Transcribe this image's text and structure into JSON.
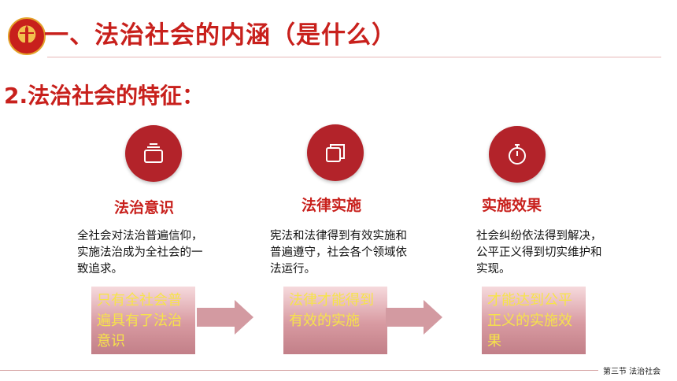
{
  "header": {
    "title": "一、法治社会的内涵（是什么）",
    "subtitle": "2.法治社会的特征："
  },
  "features": [
    {
      "icon": "card-stack-icon",
      "title": "法治意识",
      "desc": "全社会对法治普遍信仰，实施法治成为全社会的一致追求。",
      "result": "只有全社会普遍具有了法治意识"
    },
    {
      "icon": "copy-icon",
      "title": "法律实施",
      "desc": "宪法和法律得到有效实施和普遍遵守，社会各个领域依法运行。",
      "result": "法律才能得到有效的实施"
    },
    {
      "icon": "stopwatch-icon",
      "title": "实施效果",
      "desc": "社会纠纷依法得到解决，公平正义得到切实维护和实现。",
      "result": "才能达到公平正义的实施效果"
    }
  ],
  "footer": {
    "text": "第三节  法治社会"
  },
  "colors": {
    "accent": "#c8201c",
    "circle": "#b3232a",
    "result_text": "#f6e34a"
  }
}
